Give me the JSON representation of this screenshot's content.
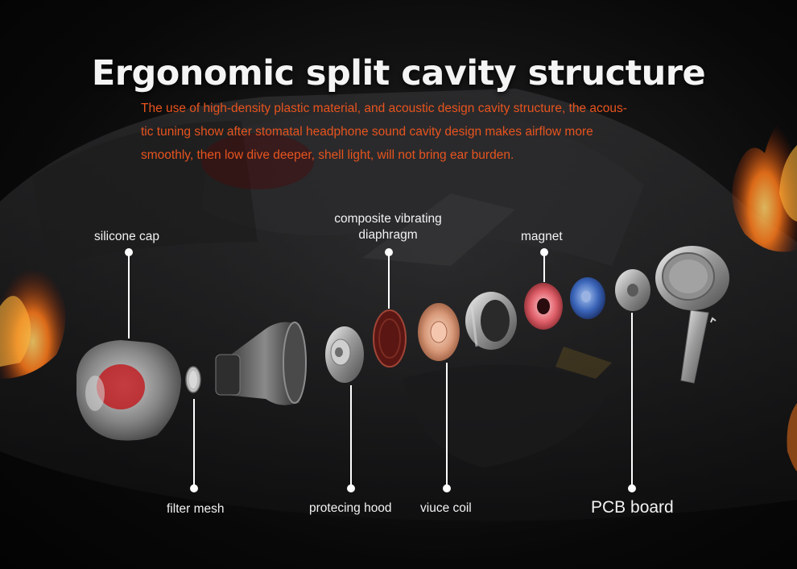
{
  "title": "Ergonomic split cavity structure",
  "description_lines": [
    "The use of high-density plastic material, and acoustic design cavity structure, the acous-",
    "tic tuning show after stomatal headphone sound cavity design makes airflow more",
    "smoothly, then low dive deeper, shell light, will not bring ear burden."
  ],
  "labels": {
    "silicone_cap": "silicone cap",
    "diaphragm_line1": "composite vibrating",
    "diaphragm_line2": "diaphragm",
    "magnet": "magnet",
    "filter_mesh": "filter mesh",
    "protecting_hood": "protecing hood",
    "voice_coil": "viuce coil",
    "pcb_board": "PCB board"
  },
  "colors": {
    "title": "#f4f4f4",
    "description": "#e8541e",
    "label": "#f2f2f2",
    "fire": "#ff7a1a"
  }
}
